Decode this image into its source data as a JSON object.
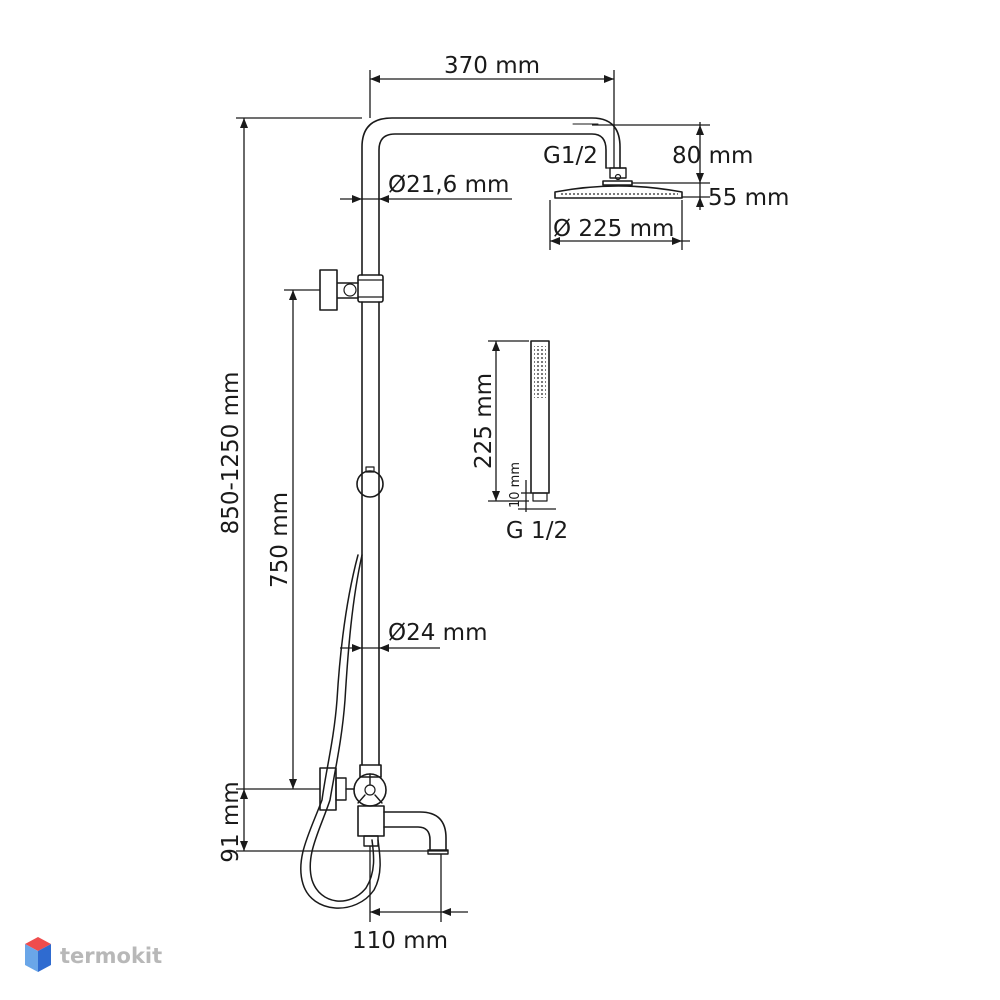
{
  "dimensions": {
    "width_top": "370 mm",
    "outlet_height": "80 mm",
    "thread_head": "G1/2",
    "pipe_diameter_top": "Ø21,6 mm",
    "head_thickness": "55 mm",
    "head_diameter": "Ø 225 mm",
    "total_height": "850-1250 mm",
    "mixer_to_holder": "750 mm",
    "pipe_diameter_bottom": "Ø24 mm",
    "mixer_height": "91 mm",
    "spout_length": "110 mm",
    "hand_shower_length": "225 mm",
    "hand_shower_thread_len": "10 mm",
    "thread_hand": "G 1/2"
  },
  "logo": {
    "text": "termokit",
    "colors": {
      "top": "#ef4d4d",
      "left": "#6aa6e8",
      "right": "#2f6bd0"
    }
  }
}
